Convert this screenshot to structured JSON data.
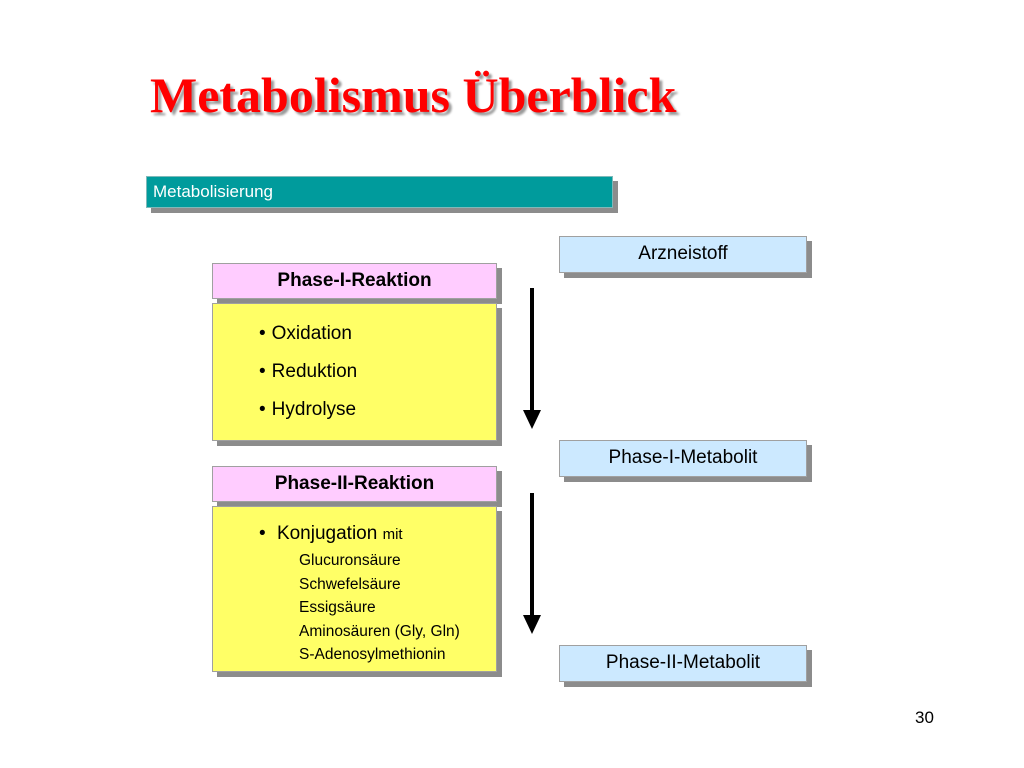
{
  "slide": {
    "title": "Metabolismus Überblick",
    "section_label": "Metabolisierung",
    "page_number": "30"
  },
  "phase1": {
    "header": "Phase-I-Reaktion",
    "items": [
      "Oxidation",
      "Reduktion",
      "Hydrolyse"
    ]
  },
  "phase2": {
    "header": "Phase-II-Reaktion",
    "main_item": "Konjugation",
    "main_item_suffix": "mit",
    "sub_items": [
      "Glucuronsäure",
      "Schwefelsäure",
      "Essigsäure",
      "Aminosäuren (Gly, Gln)",
      "S-Adenosylmethionin"
    ]
  },
  "flow": {
    "start": "Arzneistoff",
    "intermediate": "Phase-I-Metabolit",
    "end": "Phase-II-Metabolit"
  },
  "colors": {
    "title": "#ff0000",
    "section_bar": "#009b9c",
    "reaction_header": "#ffccff",
    "reaction_body": "#ffff66",
    "metabolite_box": "#cce9ff"
  }
}
